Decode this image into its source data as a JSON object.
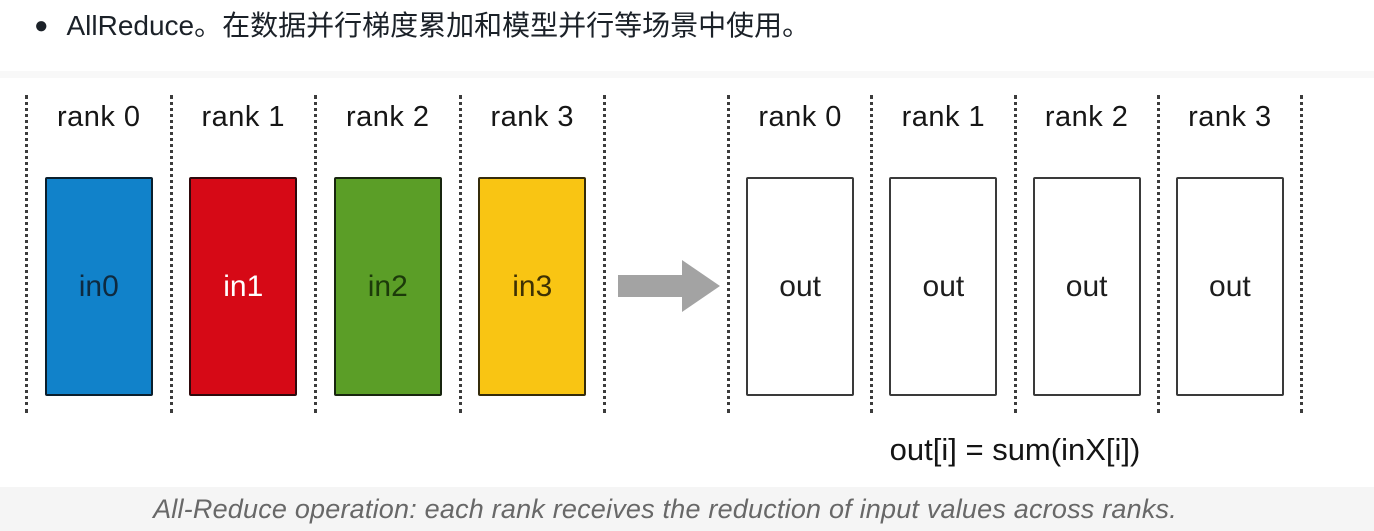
{
  "bullet": {
    "marker": "●",
    "text": "AllReduce。在数据并行梯度累加和模型并行等场景中使用。"
  },
  "diagram": {
    "input_group": {
      "columns": [
        {
          "rank_label": "rank 0",
          "box_label": "in0",
          "box_color": "#1182ca",
          "text_color": "#0e2a3f"
        },
        {
          "rank_label": "rank 1",
          "box_label": "in1",
          "box_color": "#d60916",
          "text_color": "#ffffff"
        },
        {
          "rank_label": "rank 2",
          "box_label": "in2",
          "box_color": "#5b9e27",
          "text_color": "#1c3a0a"
        },
        {
          "rank_label": "rank 3",
          "box_label": "in3",
          "box_color": "#f9c513",
          "text_color": "#3e3104"
        }
      ]
    },
    "output_group": {
      "columns": [
        {
          "rank_label": "rank 0",
          "box_label": "out"
        },
        {
          "rank_label": "rank 1",
          "box_label": "out"
        },
        {
          "rank_label": "rank 2",
          "box_label": "out"
        },
        {
          "rank_label": "rank 3",
          "box_label": "out"
        }
      ]
    },
    "arrow_color": "#a3a3a3",
    "formula": "out[i] = sum(inX[i])",
    "caption": "All-Reduce operation: each rank receives the reduction of input values across ranks."
  }
}
